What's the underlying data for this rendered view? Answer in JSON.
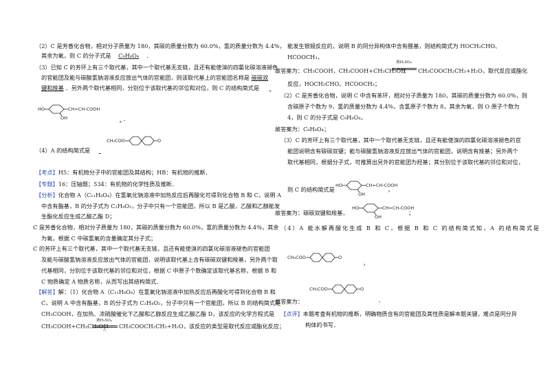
{
  "left": {
    "l1": "（2）C 是芳香化合物，相对分子质量为 180，其碳的质量分数为 60.0%，氢的质量分数为 4.4%，",
    "l2a": "其余为氧，则 C 的分子式是",
    "l2b": "C₉H₈O₄",
    "l2c": "．",
    "l3": "（3）已知 C 的芳环上有三个取代基，其中一个取代基无支链，且还有能使溴的四氯化碳溶液褪色",
    "l4a": "的官能团及能与碳酸氢钠溶液反应放出气体的官能团，则该取代基上的官能团名称是",
    "l4b": "碳碳双",
    "l5a": "键和羧基",
    "l5b": "．另外两个取代基相同，分别位于该取代基的邻位和对位，则 C 的结构简式是",
    "chemA_ho": "HO",
    "chemA_chain": "CH=CH-COOH",
    "chemA_oh": "OH",
    "chemA_tail": "．",
    "chemB_group": "CH₃COO",
    "chemB_o": "O",
    "l_q4": "（4）A 的结构简式是",
    "l_q4_tail": "．",
    "kd_tag": "【考点】",
    "kd_text": "H5：有机物分子中的官能团及其结构；HB：有机物的推断．",
    "zt_tag": "【专题】",
    "zt_text": "16：压轴题；534：有机物的化学性质及推断．",
    "fx_tag": "【分析】",
    "fx1": "化合物 A（C₁₁H₈O₄）在氢氧化钠溶液中加热反应后再酸化可得到化合物 B 和 C，说明 A",
    "fx2": "中含有酯基，B 的分子式为 C₂H₄O₂，分子中只有一个官能团，所以 B 是乙酸，乙酸和乙醇能发",
    "fx3": "生酯化反应生成乙酸乙酯 D；",
    "fx4": "C 是芳香化合物，相对分子质量为 180，其碳的质量分数为 60.0%，氢的质量分数为 4.4%，其余",
    "fx5": "为氧，根据 C 中碳氢氧的含量确定其分子式；",
    "fx6": "C 的芳环上有三个取代基，其中一个取代基无支链，且还有能使溴的四氯化碳溶液褪色的官能团",
    "fx7": "及能与碳酸氢钠溶液反应放出气体的官能团，说明该取代基上含有碳碳双键和羧基，另外两个取",
    "fx8": "代基相同，分别位于该取代基的邻位和对位，根据 C 中原子个数确定该取代基名称，根据 B 和",
    "fx9": "C 物质确定 A 物质名称，从而写出其结构简式．",
    "jd_tag": "【解答】",
    "jd1": "解：（1）化合物 A（C₁₁H₈O₄）在氢氧化钠溶液中加热反应后再酸化可得到化合物 B 和",
    "jd2": "C，说明 A 中含有酯基，B 的分子式为 C₂H₄O₂，分子中只有一个官能团，所以 B 的结构简式是",
    "jd3": "CH₃COOH，在加热、浓硫酸催化下乙酸和乙醇反应生成乙酸乙酯 D，该反应的化学方程式是",
    "eq_cond_top": "浓H₂SO₄",
    "eq_cond_bot": "△",
    "eq_left": "CH₃COOH+CH₃CH₂OH",
    "eq_right": "CH₃COOCH₂CH₃+H₂O，该反应的类型是取代反应或酯化反应；"
  },
  "right": {
    "r1": "能发生银镜反应的，说明 B 的同分异构体中含有醛基，则结构简式为 HOCH₂CHO、",
    "r2": "HCOOCH₃，",
    "r3_lead": "故答案为：CH₃COOH，CH₃COOH+CH₃CH₂OH",
    "r3_tail": "CH₃COOCH₂CH₃+H₂O，取代反应或酯化",
    "eq_cond_top": "浓H₂SO₄",
    "eq_cond_bot": "△",
    "r4": "反应，HOCH₂CHO、HCOOCH₃；",
    "r5": "（2）C 是芳香化合物，说明 C 中含有苯环，相对分子质量为 180，其碳的质量分数为 60.0%，则",
    "r6": "含碳原子个数为 9，氢的质量分数为 4.4%，含氢原子个数为 8，其余为氧，则 O 原子个数为",
    "r7": "4，则 C 的分子式是 C₉H₈O₄，",
    "r8": "故答案为：C₉H₈O₄；",
    "r9": "（3）C 的芳环上有三个取代基，其中一个取代基无支链，且还有能使溴的四氯化碳溶液褪色的官",
    "r10": "能团说明含有碳碳双键；能与碳酸氢钠溶液反应放出气体的官能团，说明含有羧基；另外两个",
    "r11": "取代基相同，根据分子式，可推算出另外的官能团为羟基；其分别位于该取代基的邻位和对位，",
    "r12": "则 C 的结构简式是",
    "r12_tail": "，",
    "r13": "故答案为：碳碳双键和羧基，",
    "r13_tail": "；",
    "chem_ho": "HO",
    "chem_chain": "CH=CH-COOH",
    "chem_oh": "OH",
    "r14": "（4）A 能水解再酸化生成 B 和 C，根据 B 和 C 的结构简式知，A 的结构简式是",
    "chem_group": "CH₃COO",
    "chem_o": "O",
    "r15_tail": "，",
    "r16": "故答案为：",
    "r16_tail": "．",
    "dp_tag": "【点评】",
    "dp1": "本题考查有机物的推断，明确物质含有的官能团及其性质是解本题关键，难点是同分异",
    "dp2": "构体的书写．"
  }
}
